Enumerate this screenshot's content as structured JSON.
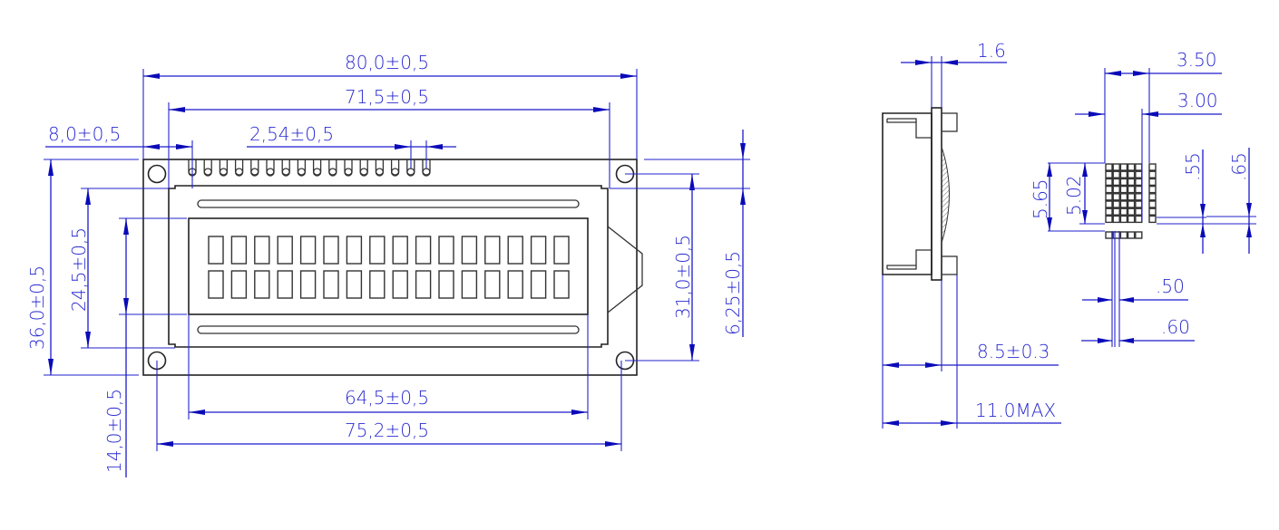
{
  "drawing": {
    "title": "16x2 LCD module mechanical drawing",
    "colors": {
      "dimension": "#1a1acc",
      "outline": "#222222",
      "background": "#ffffff"
    },
    "front_view": {
      "dimensions": {
        "overall_width": "80,0±0,5",
        "bezel_width": "71,5±0,5",
        "pin_offset": "8,0±0,5",
        "pin_pitch": "2,54±0,5",
        "overall_height": "36,0±0,5",
        "view_area_height": "24,5±0,5",
        "hole_spacing_vertical": "31,0±0,5",
        "hole_to_bezel": "6,25±0,5",
        "view_area_offset": "14,0±0,5",
        "view_area_width": "64,5±0,5",
        "hole_spacing_horizontal": "75,2±0,5"
      },
      "pin_count": 16,
      "character_columns": 16,
      "character_rows": 2
    },
    "side_view": {
      "dimensions": {
        "pcb_thickness": "1.6",
        "body_depth": "8.5±0.3",
        "max_depth": "11.0MAX"
      }
    },
    "character_detail": {
      "dimensions": {
        "char_width": "3.50",
        "dot_matrix_width": "3.00",
        "char_height": "5.65",
        "dot_matrix_height": "5.02",
        "dot_height": ".55",
        "dot_pitch_v": ".65",
        "dot_width": ".50",
        "dot_pitch_h": ".60"
      },
      "dot_columns": 5,
      "dot_rows": 8
    }
  }
}
